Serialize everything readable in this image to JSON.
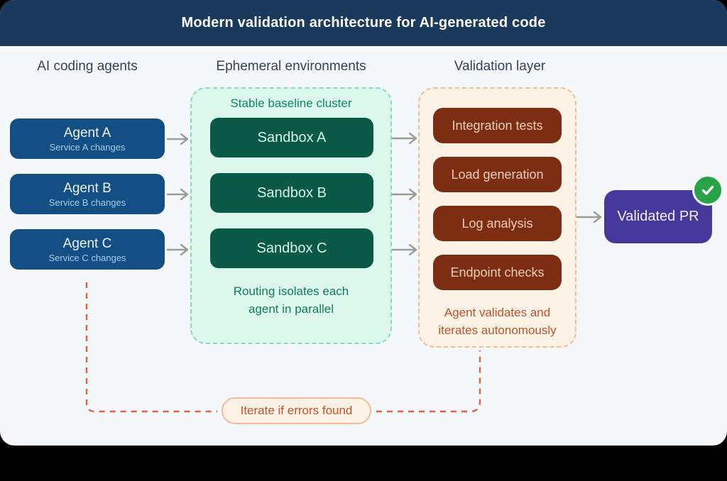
{
  "header": {
    "title": "Modern validation architecture for AI-generated code"
  },
  "columns": {
    "agents_label": "AI coding agents",
    "environments_label": "Ephemeral environments",
    "validation_label": "Validation layer"
  },
  "agents": [
    {
      "name": "Agent A",
      "detail": "Service A changes"
    },
    {
      "name": "Agent B",
      "detail": "Service B changes"
    },
    {
      "name": "Agent C",
      "detail": "Service C changes"
    }
  ],
  "environments": {
    "title": "Stable baseline cluster",
    "sandboxes": [
      "Sandbox A",
      "Sandbox B",
      "Sandbox C"
    ],
    "caption_line1": "Routing isolates each",
    "caption_line2": "agent in parallel"
  },
  "validation": {
    "checks": [
      "Integration tests",
      "Load generation",
      "Log analysis",
      "Endpoint checks"
    ],
    "caption_line1": "Agent validates and",
    "caption_line2": "iterates autonomously"
  },
  "result": {
    "label": "Validated PR",
    "badge_icon": "checkmark-icon"
  },
  "feedback": {
    "label": "Iterate if errors found"
  },
  "colors": {
    "header_bg": "#1c3a5e",
    "card_bg": "#f4f8fb",
    "agent_box": "#134f85",
    "env_bg": "#dcf8ed",
    "env_border": "#82ddbe",
    "sandbox_box": "#0d5947",
    "val_bg": "#fdf2e6",
    "val_border": "#f6ba9a",
    "check_box": "#7c2d12",
    "result_box": "#46399e",
    "badge_green": "#27a346",
    "arrow_gray": "#9c9d95",
    "feedback_orange": "#e2613f"
  }
}
